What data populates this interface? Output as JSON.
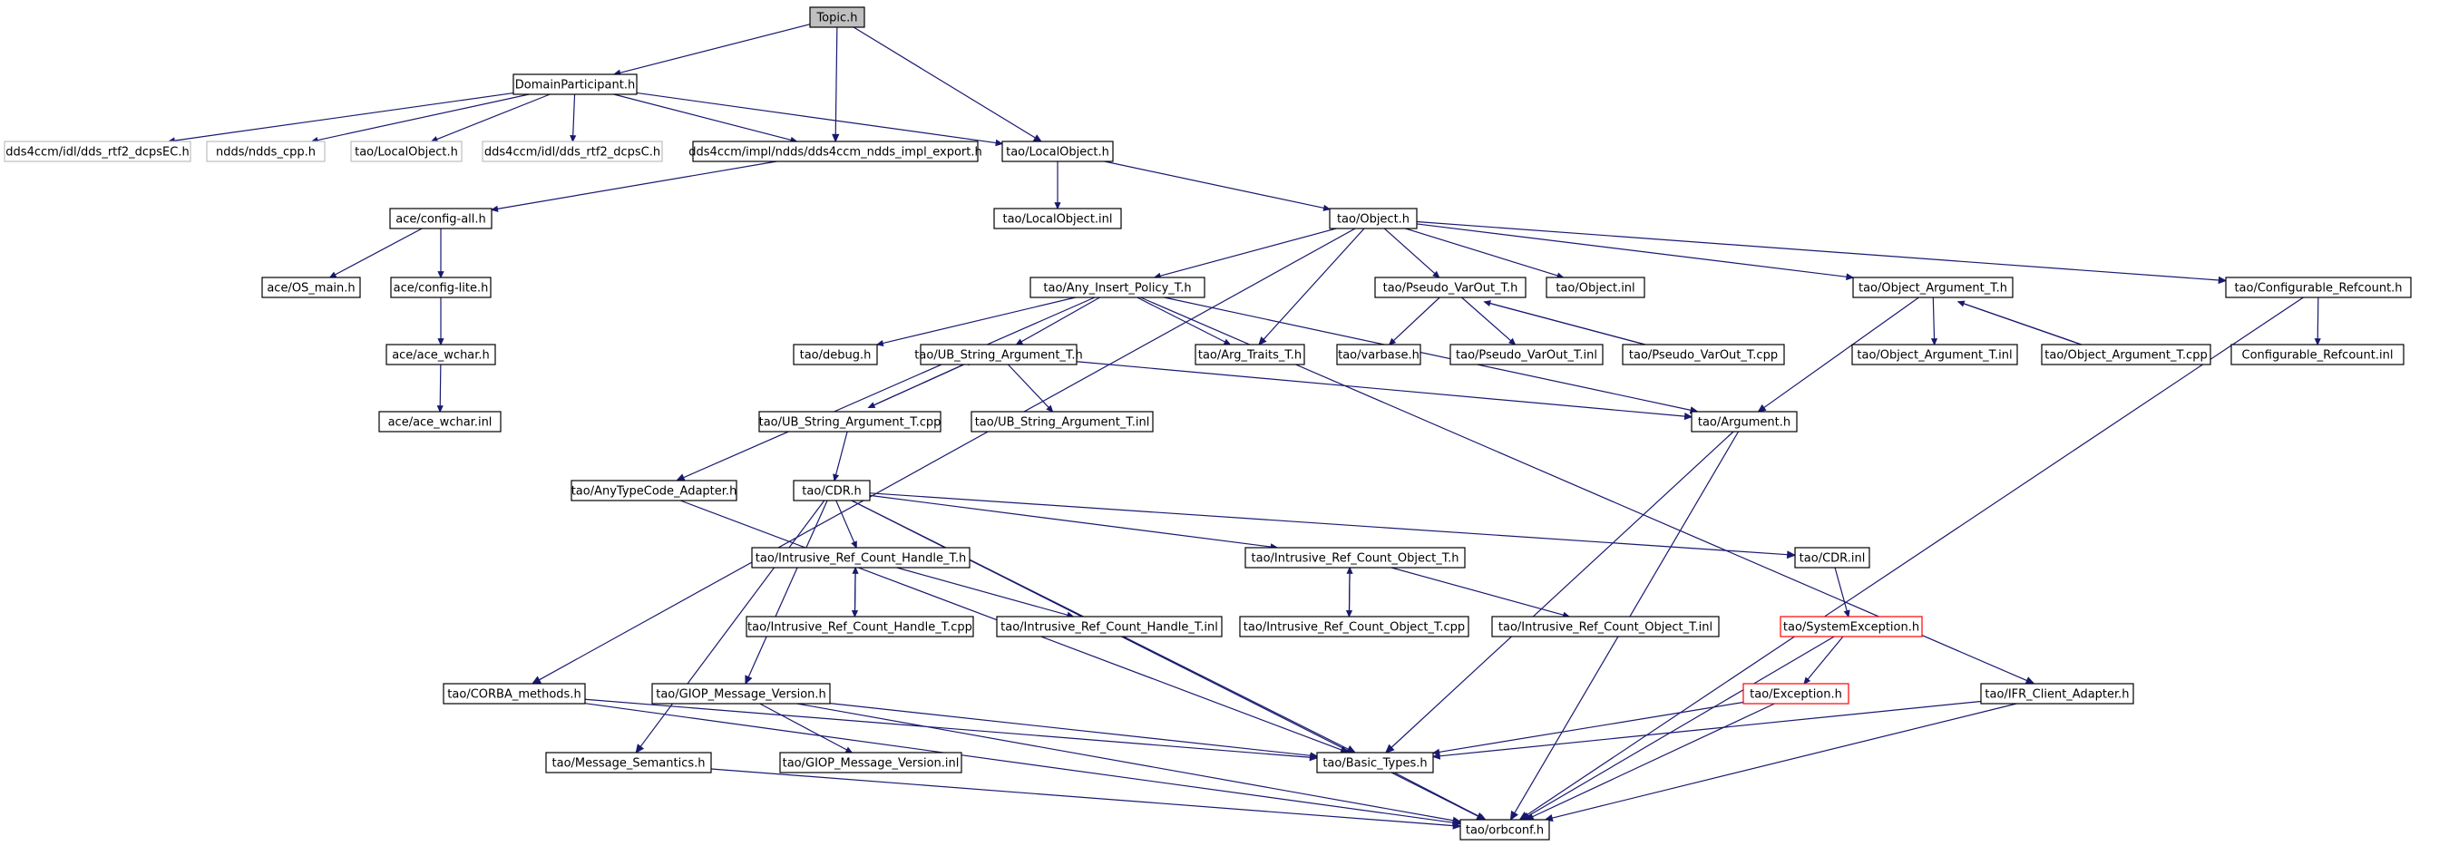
{
  "nodes": {
    "topic_h": "Topic.h",
    "domainparticipant_h": "DomainParticipant.h",
    "dds4ccm_idl_dds_rtf2_dcpsec_h": "dds4ccm/idl/dds_rtf2_dcpsEC.h",
    "ndds_ndds_cpp_h": "ndds/ndds_cpp.h",
    "tao_localobject_h_gray": "tao/LocalObject.h",
    "dds4ccm_idl_dds_rtf2_dcpsc_h": "dds4ccm/idl/dds_rtf2_dcpsC.h",
    "dds4ccm_impl_ndds_export_h": "dds4ccm/impl/ndds/dds4ccm_ndds_impl_export.h",
    "tao_localobject_h": "tao/LocalObject.h",
    "ace_config_all_h": "ace/config-all.h",
    "tao_localobject_inl": "tao/LocalObject.inl",
    "tao_object_h": "tao/Object.h",
    "ace_os_main_h": "ace/OS_main.h",
    "ace_config_lite_h": "ace/config-lite.h",
    "ace_ace_wchar_h": "ace/ace_wchar.h",
    "ace_ace_wchar_inl": "ace/ace_wchar.inl",
    "tao_any_insert_policy_t_h": "tao/Any_Insert_Policy_T.h",
    "tao_pseudo_varout_t_h": "tao/Pseudo_VarOut_T.h",
    "tao_object_inl": "tao/Object.inl",
    "tao_object_argument_t_h": "tao/Object_Argument_T.h",
    "tao_configurable_refcount_h": "tao/Configurable_Refcount.h",
    "tao_debug_h": "tao/debug.h",
    "tao_ub_string_argument_t_h": "tao/UB_String_Argument_T.h",
    "tao_arg_traits_t_h": "tao/Arg_Traits_T.h",
    "tao_varbase_h": "tao/varbase.h",
    "tao_pseudo_varout_t_inl": "tao/Pseudo_VarOut_T.inl",
    "tao_pseudo_varout_t_cpp": "tao/Pseudo_VarOut_T.cpp",
    "tao_object_argument_t_inl": "tao/Object_Argument_T.inl",
    "tao_object_argument_t_cpp": "tao/Object_Argument_T.cpp",
    "configurable_refcount_inl": "Configurable_Refcount.inl",
    "tao_ub_string_argument_t_cpp": "tao/UB_String_Argument_T.cpp",
    "tao_ub_string_argument_t_inl": "tao/UB_String_Argument_T.inl",
    "tao_argument_h": "tao/Argument.h",
    "tao_anytypecode_adapter_h": "tao/AnyTypeCode_Adapter.h",
    "tao_cdr_h": "tao/CDR.h",
    "tao_intrusive_ref_count_handle_t_h": "tao/Intrusive_Ref_Count_Handle_T.h",
    "tao_intrusive_ref_count_object_t_h": "tao/Intrusive_Ref_Count_Object_T.h",
    "tao_cdr_inl": "tao/CDR.inl",
    "tao_intrusive_ref_count_handle_t_cpp": "tao/Intrusive_Ref_Count_Handle_T.cpp",
    "tao_intrusive_ref_count_handle_t_inl": "tao/Intrusive_Ref_Count_Handle_T.inl",
    "tao_intrusive_ref_count_object_t_cpp": "tao/Intrusive_Ref_Count_Object_T.cpp",
    "tao_intrusive_ref_count_object_t_inl": "tao/Intrusive_Ref_Count_Object_T.inl",
    "tao_systemexception_h": "tao/SystemException.h",
    "tao_corba_methods_h": "tao/CORBA_methods.h",
    "tao_giop_message_version_h": "tao/GIOP_Message_Version.h",
    "tao_exception_h": "tao/Exception.h",
    "tao_ifr_client_adapter_h": "tao/IFR_Client_Adapter.h",
    "tao_message_semantics_h": "tao/Message_Semantics.h",
    "tao_giop_message_version_inl": "tao/GIOP_Message_Version.inl",
    "tao_basic_types_h": "tao/Basic_Types.h",
    "tao_orbconf_h": "tao/orbconf.h"
  },
  "colors": {
    "edge": "#191970",
    "root_fill": "#bfbfbf",
    "missing_border": "#bfbfbf",
    "truncated_border": "#ff0000"
  }
}
